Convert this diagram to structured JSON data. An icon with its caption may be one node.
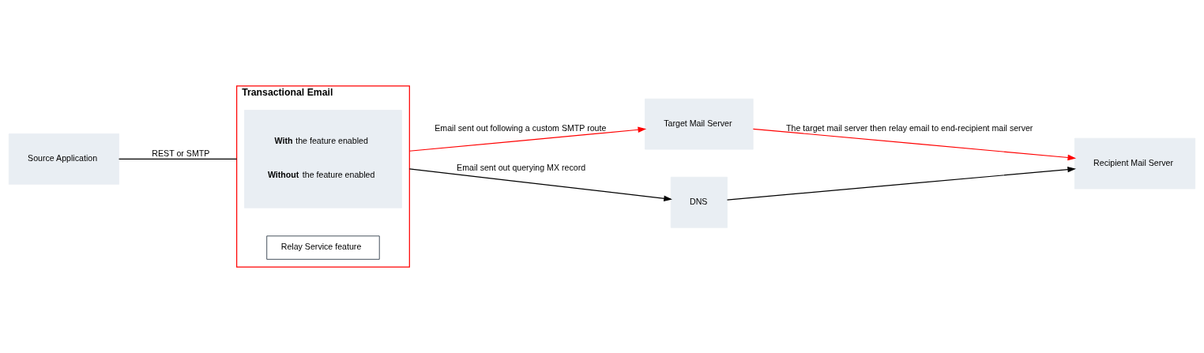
{
  "diagram": {
    "nodes": [
      {
        "text": [
          "Transactional Email"
        ]
      },
      {
        "text": [
          "**With** the feature enabled",
          "**Without** the feature enabled"
        ],
        "in": 0
      },
      {
        "text": [
          "Relay Service feature"
        ],
        "in": 0
      },
      {
        "text": [
          "Source Application"
        ]
      },
      {
        "text": [
          "Target Mail Server"
        ]
      },
      {
        "text": [
          "DNS"
        ]
      },
      {
        "text": [
          "Recipient Mail Server"
        ]
      }
    ],
    "edges": [
      {
        "from": 3,
        "to": 0,
        "arrow": "none",
        "label": "REST or SMTP"
      },
      {
        "from": 0,
        "to": 4,
        "arrow": "to",
        "label": "Email sent out following a custom SMTP route",
        "color": "#ff0000"
      },
      {
        "from": 0,
        "to": 5,
        "arrow": "to",
        "label": "Email sent out querying MX record"
      },
      {
        "from": 4,
        "to": 6,
        "arrow": "to",
        "label": "The target mail server then relay email to end-recipient mail server",
        "color": "#ff0000"
      },
      {
        "from": 5,
        "to": 6,
        "arrow": "to"
      }
    ]
  }
}
